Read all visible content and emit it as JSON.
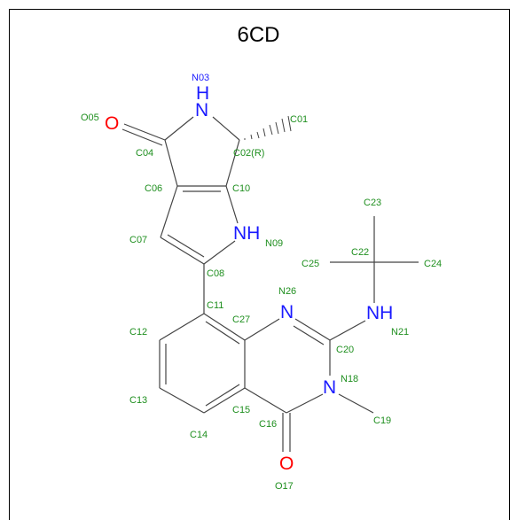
{
  "title": "6CD",
  "colors": {
    "carbon_label": "#1f8f1f",
    "nitrogen": "#1a1aff",
    "oxygen": "#ff0000",
    "bond": "#444444"
  },
  "atom_symbols": [
    {
      "id": "n03",
      "text": "H",
      "color": "nitrogen"
    },
    {
      "id": "n03b",
      "text": "N",
      "color": "nitrogen"
    },
    {
      "id": "o05",
      "text": "O",
      "color": "oxygen"
    },
    {
      "id": "n09",
      "text": "NH",
      "color": "nitrogen"
    },
    {
      "id": "n26",
      "text": "N",
      "color": "nitrogen"
    },
    {
      "id": "n21",
      "text": "NH",
      "color": "nitrogen"
    },
    {
      "id": "n18",
      "text": "N",
      "color": "nitrogen"
    },
    {
      "id": "o17",
      "text": "O",
      "color": "oxygen"
    }
  ],
  "atom_labels": [
    {
      "id": "N03",
      "text": "N03",
      "color": "nitrogen"
    },
    {
      "id": "O05",
      "text": "O05",
      "color": "carbon_label"
    },
    {
      "id": "C01",
      "text": "C01",
      "color": "carbon_label"
    },
    {
      "id": "C04",
      "text": "C04",
      "color": "carbon_label"
    },
    {
      "id": "C02",
      "text": "C02(R)",
      "color": "carbon_label"
    },
    {
      "id": "C06",
      "text": "C06",
      "color": "carbon_label"
    },
    {
      "id": "C10",
      "text": "C10",
      "color": "carbon_label"
    },
    {
      "id": "C23",
      "text": "C23",
      "color": "carbon_label"
    },
    {
      "id": "C07",
      "text": "C07",
      "color": "carbon_label"
    },
    {
      "id": "N09",
      "text": "N09",
      "color": "carbon_label"
    },
    {
      "id": "C22",
      "text": "C22",
      "color": "carbon_label"
    },
    {
      "id": "C25",
      "text": "C25",
      "color": "carbon_label"
    },
    {
      "id": "C24",
      "text": "C24",
      "color": "carbon_label"
    },
    {
      "id": "C08",
      "text": "C08",
      "color": "carbon_label"
    },
    {
      "id": "N26",
      "text": "N26",
      "color": "carbon_label"
    },
    {
      "id": "C11",
      "text": "C11",
      "color": "carbon_label"
    },
    {
      "id": "C27",
      "text": "C27",
      "color": "carbon_label"
    },
    {
      "id": "C12",
      "text": "C12",
      "color": "carbon_label"
    },
    {
      "id": "N21",
      "text": "N21",
      "color": "carbon_label"
    },
    {
      "id": "C20",
      "text": "C20",
      "color": "carbon_label"
    },
    {
      "id": "N18",
      "text": "N18",
      "color": "carbon_label"
    },
    {
      "id": "C13",
      "text": "C13",
      "color": "carbon_label"
    },
    {
      "id": "C15",
      "text": "C15",
      "color": "carbon_label"
    },
    {
      "id": "C19",
      "text": "C19",
      "color": "carbon_label"
    },
    {
      "id": "C16",
      "text": "C16",
      "color": "carbon_label"
    },
    {
      "id": "C14",
      "text": "C14",
      "color": "carbon_label"
    },
    {
      "id": "O17",
      "text": "O17",
      "color": "carbon_label"
    }
  ]
}
